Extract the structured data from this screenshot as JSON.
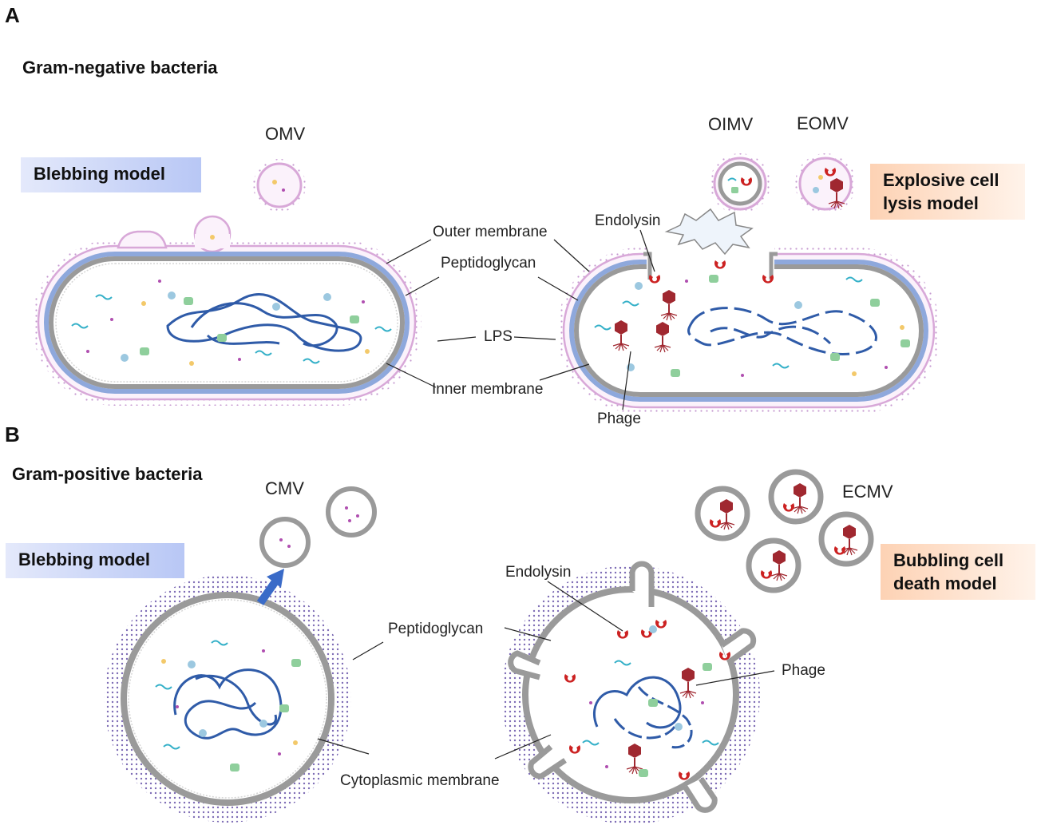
{
  "panel_a": {
    "letter": "A",
    "title": "Gram-negative bacteria",
    "blebbing_label": "Blebbing model",
    "explosive_label": "Explosive cell lysis model",
    "omv": "OMV",
    "oimv": "OIMV",
    "eomv": "EOMV",
    "outer_membrane": "Outer membrane",
    "peptidoglycan": "Peptidoglycan",
    "lps": "LPS",
    "inner_membrane": "Inner membrane",
    "endolysin": "Endolysin",
    "phage": "Phage"
  },
  "panel_b": {
    "letter": "B",
    "title": "Gram-positive bacteria",
    "blebbing_label": "Blebbing model",
    "bubbling_label": "Bubbling cell death model",
    "cmv": "CMV",
    "ecmv": "ECMV",
    "peptidoglycan": "Peptidoglycan",
    "cytoplasmic_membrane": "Cytoplasmic membrane",
    "endolysin": "Endolysin",
    "phage": "Phage"
  },
  "colors": {
    "outer_membrane": "#d8a8d8",
    "peptidoglycan_band": "#8ea8dc",
    "inner_membrane": "#9a9a9a",
    "dna": "#2f5ba8",
    "endolysin": "#cc2222",
    "phage": "#a02830",
    "gram_positive_wall": "#8070b8",
    "arrow": "#3a6bc8"
  }
}
